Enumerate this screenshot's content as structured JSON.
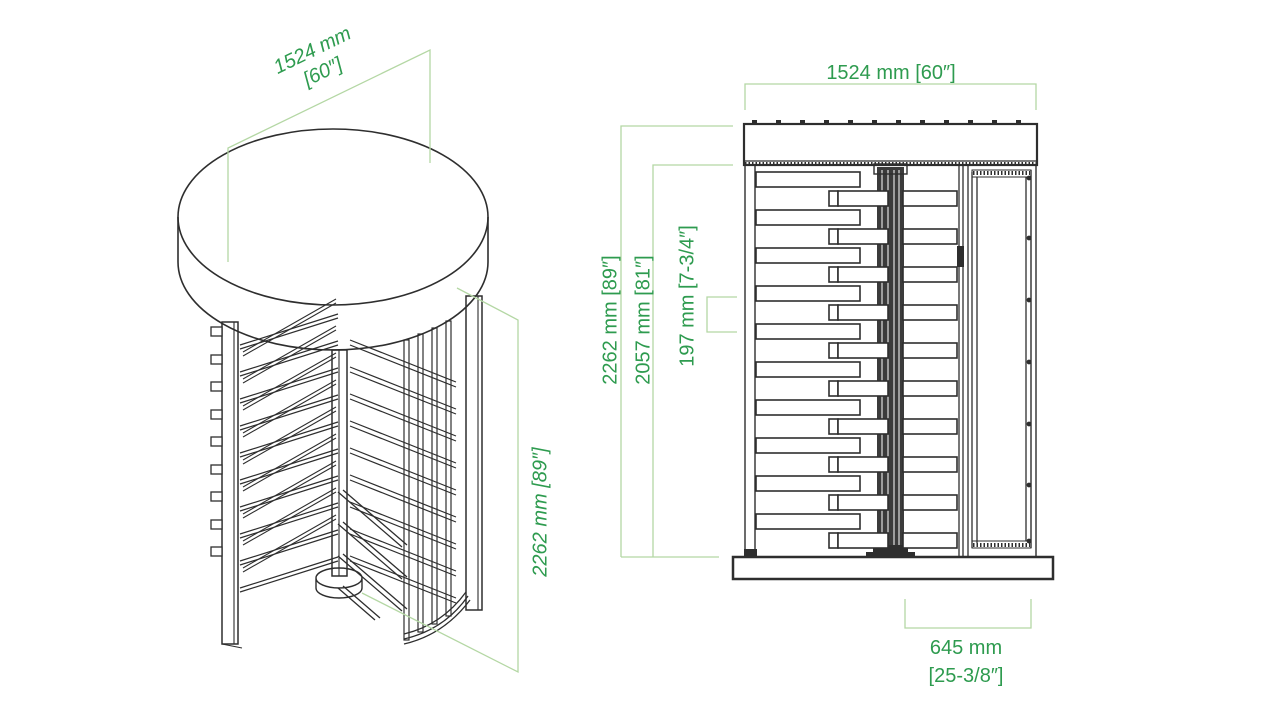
{
  "title": "Full height turnstile dimension drawing",
  "colors": {
    "dimension_line": "#b4d7a4",
    "dimension_text": "#2e9b4f",
    "drawing_line": "#2e2e2e"
  },
  "iso_view": {
    "width_dim_line1": "1524 mm",
    "width_dim_line2": "[60″]",
    "height_dim": "2262 mm [89″]"
  },
  "front_view": {
    "width_dim": "1524 mm [60″]",
    "overall_height_dim": "2262 mm [89″]",
    "inner_height_dim": "2057 mm [81″]",
    "arm_pitch_dim": "197 mm [7-3/4″]",
    "base_width_dim_line1": "645 mm",
    "base_width_dim_line2": "[25-3/8″]"
  }
}
